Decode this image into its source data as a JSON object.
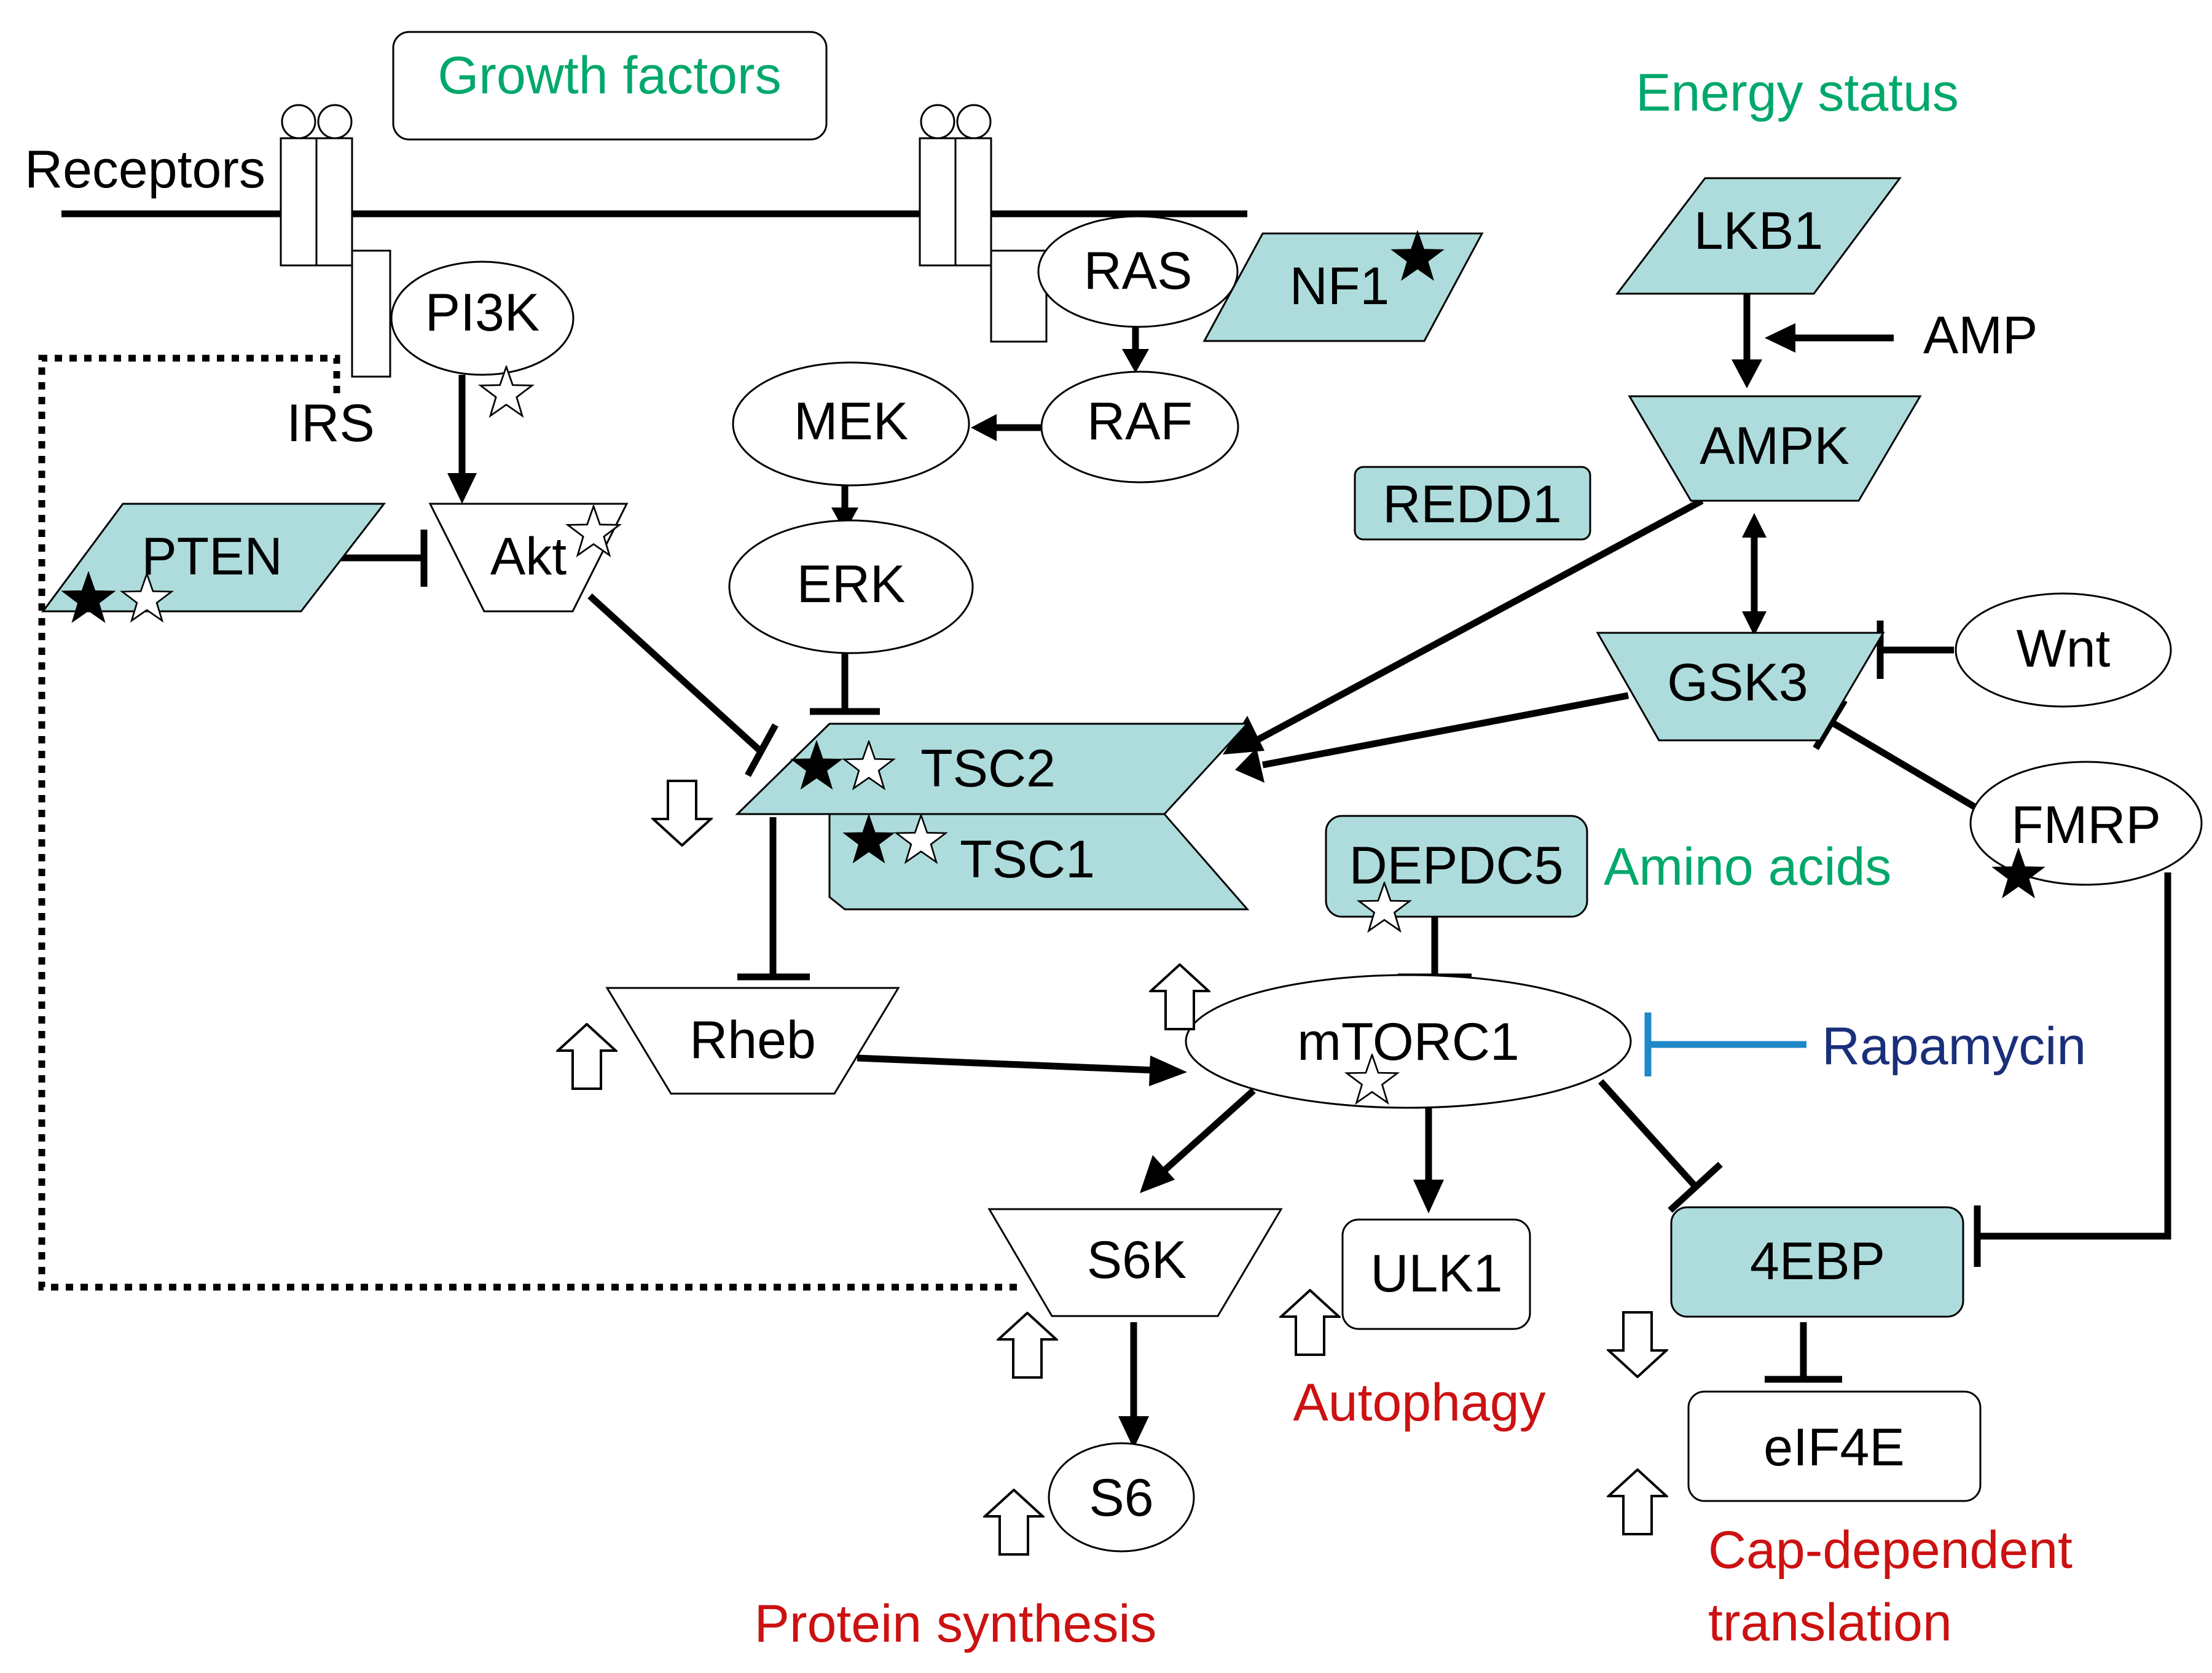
{
  "labels": {
    "growth_factors": "Growth factors",
    "energy_status": "Energy status",
    "receptors": "Receptors",
    "irs": "IRS",
    "pi3k": "PI3K",
    "ras": "RAS",
    "nf1": "NF1",
    "lkb1": "LKB1",
    "amp": "AMP",
    "raf": "RAF",
    "mek": "MEK",
    "ampk": "AMPK",
    "redd1": "REDD1",
    "pten": "PTEN",
    "akt": "Akt",
    "erk": "ERK",
    "gsk3": "GSK3",
    "wnt": "Wnt",
    "tsc2": "TSC2",
    "tsc1": "TSC1",
    "fmrp": "FMRP",
    "depdc5": "DEPDC5",
    "amino_acids": "Amino acids",
    "rheb": "Rheb",
    "mtorc1": "mTORC1",
    "rapamycin": "Rapamycin",
    "s6k": "S6K",
    "ulk1": "ULK1",
    "4ebp": "4EBP",
    "autophagy": "Autophagy",
    "eif4e": "eIF4E",
    "s6": "S6",
    "protein_synthesis": "Protein synthesis",
    "cap_dependent": "Cap-dependent",
    "translation": "translation"
  },
  "colors": {
    "node_fill": "#aedcdc",
    "input_label": "#00a86b",
    "output_label": "#cc1111",
    "inhibitor_label": "#1a2f7a",
    "inhibitor_line": "#1e88c8"
  }
}
